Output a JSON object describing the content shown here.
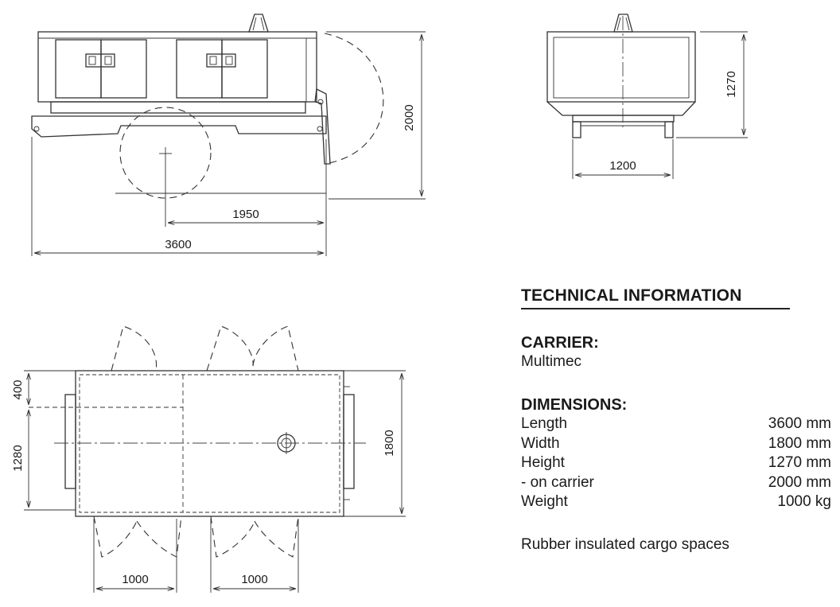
{
  "side_view": {
    "dim_height": "2000",
    "dim_axle": "1950",
    "dim_length": "3600"
  },
  "end_view": {
    "dim_height": "1270",
    "dim_width": "1200"
  },
  "top_view": {
    "dim_400": "400",
    "dim_1280": "1280",
    "dim_1800": "1800",
    "dim_door_left": "1000",
    "dim_door_right": "1000"
  },
  "tech": {
    "title": "TECHNICAL INFORMATION",
    "carrier_label": "CARRIER:",
    "carrier_value": "Multimec",
    "dimensions_label": "DIMENSIONS:",
    "rows": [
      {
        "label": "Length",
        "value": "3600 mm"
      },
      {
        "label": "Width",
        "value": "1800 mm"
      },
      {
        "label": "Height",
        "value": "1270 mm"
      },
      {
        "label": "- on carrier",
        "value": "2000 mm"
      },
      {
        "label": "Weight",
        "value": "1000 kg"
      }
    ],
    "note": "Rubber insulated cargo spaces"
  }
}
